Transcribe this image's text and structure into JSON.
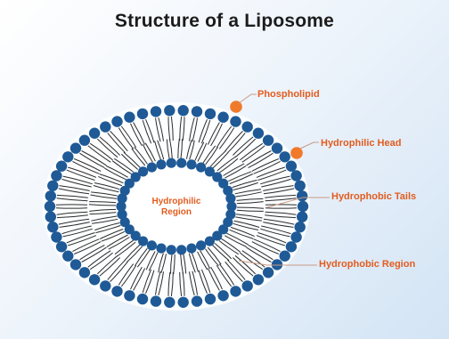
{
  "title": "Structure of a Liposome",
  "center_label": [
    "Hydrophilic",
    "Region"
  ],
  "callouts": {
    "phospholipid": "Phospholipid",
    "hydrophilic_head": "Hydrophilic Head",
    "hydrophobic_tails": "Hydrophobic Tails",
    "hydrophobic_region": "Hydrophobic Region"
  },
  "colors": {
    "head": "#1f5a96",
    "head_highlight": "#f07a2a",
    "tail": "#2b2b2b",
    "label": "#e25c1f",
    "leader_line": "#c89a84"
  }
}
